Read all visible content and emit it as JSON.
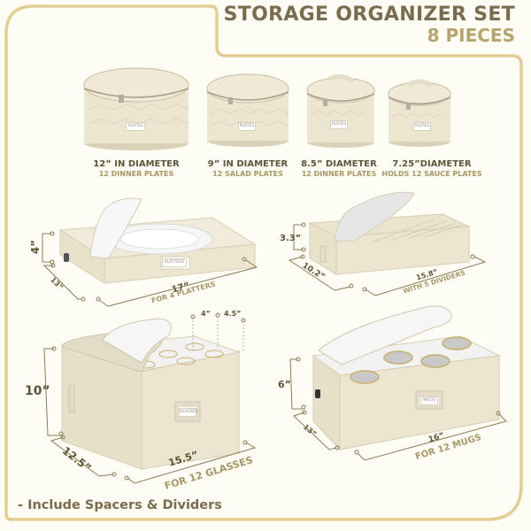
{
  "header": {
    "title": "STORAGE ORGANIZER SET",
    "subtitle": "8 PIECES"
  },
  "colors": {
    "frame_gold": "#e3cd93",
    "title_dark": "#7a6c4c",
    "title_light": "#b9a36d",
    "fabric": "#ece5cf",
    "background": "#fdfcf5"
  },
  "round_cases": [
    {
      "diameter": "12” IN DIAMETER",
      "capacity": "12 DINNER PLATES",
      "tag": "PLATES"
    },
    {
      "diameter": "9” IN DIAMETER",
      "capacity": "12 SALAD PLATES",
      "tag": "PLATES"
    },
    {
      "diameter": "8.5” DIAMETER",
      "capacity": "12 DINNER PLATES",
      "tag": "PLATES"
    },
    {
      "diameter": "7.25”DIAMETER",
      "capacity": "HOLDS 12 SAUCE PLATES",
      "tag": "PLATES"
    }
  ],
  "boxes": {
    "platters": {
      "height": "4”",
      "depth": "13”",
      "width": "17”",
      "capacity": "FOR 4 PLATTERS",
      "tag": "PLATTERS"
    },
    "flatware": {
      "height": "3.3”",
      "depth": "10.2”",
      "width": "15.8”",
      "capacity": "WITH 5 DIVIDERS"
    },
    "glasses": {
      "height": "10”",
      "depth": "12.5”",
      "width": "15.5”",
      "capacity": "FOR 12 GLASSES",
      "cell_w": "4”",
      "cell_d": "4.5”",
      "tag": "GLASSES"
    },
    "mugs": {
      "height": "6”",
      "depth": "13”",
      "width": "16”",
      "capacity": "FOR 12 MUGS",
      "tag": "MUGS"
    }
  },
  "footer": {
    "note": "- Include Spacers & Dividers"
  }
}
